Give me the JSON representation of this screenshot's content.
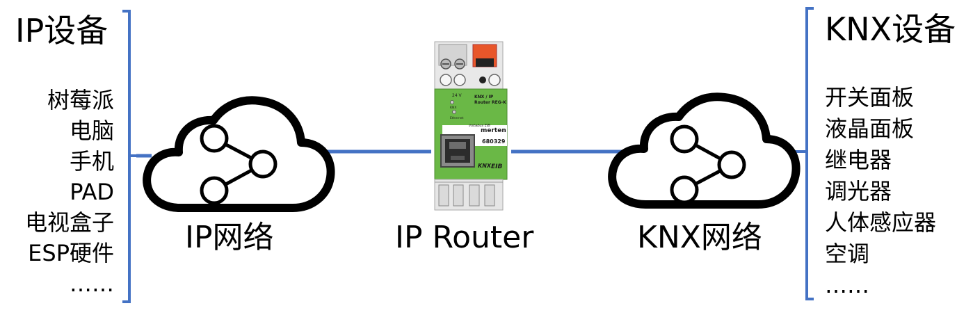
{
  "left": {
    "title": "IP设备",
    "items": [
      "树莓派",
      "电脑",
      "手机",
      "PAD",
      "电视盒子",
      "ESP硬件",
      "……"
    ]
  },
  "right": {
    "title": "KNX设备",
    "items": [
      "开关面板",
      "液晶面板",
      "继电器",
      "调光器",
      "人体感应器",
      "空调",
      "……"
    ]
  },
  "labels": {
    "ip_network": "IP网络",
    "ip_router": "IP Router",
    "knx_network": "KNX网络"
  },
  "device": {
    "voltage": "24 V",
    "model_line1": "KNX / IP",
    "model_line2": "Router REG-K",
    "led1": "KNX",
    "led2": "Ethernet",
    "brand_small": "instabus EIB",
    "brand": "merten",
    "code": "680329",
    "logo_knx": "KNX",
    "logo_eib": "EIB"
  },
  "colors": {
    "link": "#4472c4",
    "cloud_stroke": "#000000",
    "device_green": "#6ab846",
    "terminal_orange": "#e8562a"
  },
  "icons": {
    "network_symbol": "share-icon"
  }
}
